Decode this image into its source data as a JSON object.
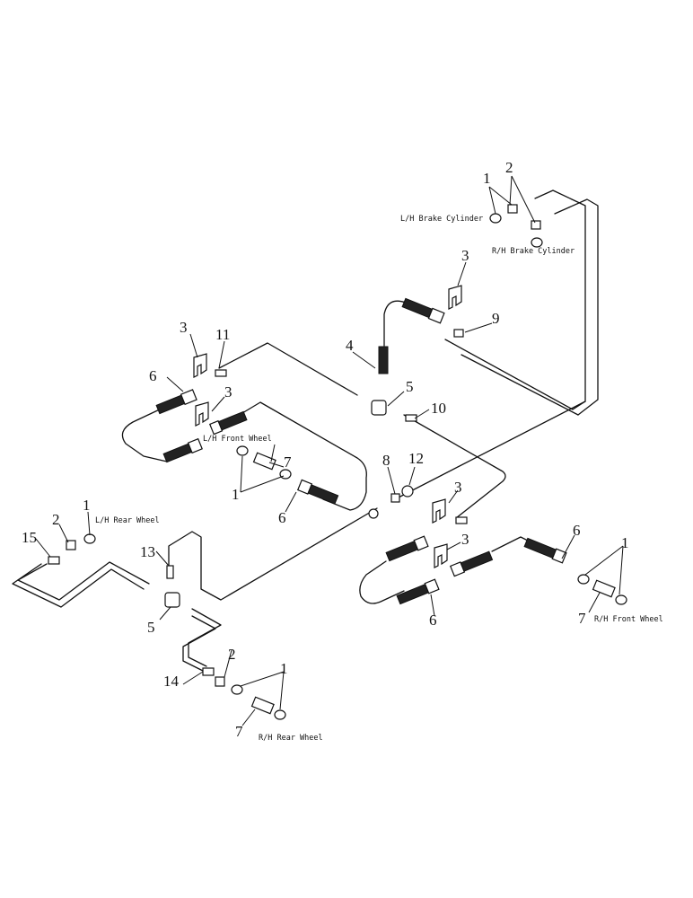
{
  "labels": {
    "lh_brake_cylinder": "L/H Brake Cylinder",
    "rh_brake_cylinder": "R/H Brake Cylinder",
    "lh_front_wheel": "L/H Front Wheel",
    "rh_front_wheel": "R/H Front Wheel",
    "lh_rear_wheel": "L/H Rear Wheel",
    "rh_rear_wheel": "R/H Rear Wheel"
  },
  "callouts": {
    "c1a": "1",
    "c2a": "2",
    "c3a": "3",
    "c9": "9",
    "c3b": "3",
    "c11": "11",
    "c4": "4",
    "c6a": "6",
    "c3c": "3",
    "c5a": "5",
    "c10": "10",
    "c7a": "7",
    "c1b": "1",
    "c8": "8",
    "c12": "12",
    "c6b": "6",
    "c1c": "1",
    "c2b": "2",
    "c15": "15",
    "c3d": "3",
    "c6c": "6",
    "c3e": "3",
    "c1d": "1",
    "c13": "13",
    "c7b": "7",
    "c6d": "6",
    "c5b": "5",
    "c2c": "2",
    "c1e": "1",
    "c14": "14",
    "c7c": "7"
  }
}
